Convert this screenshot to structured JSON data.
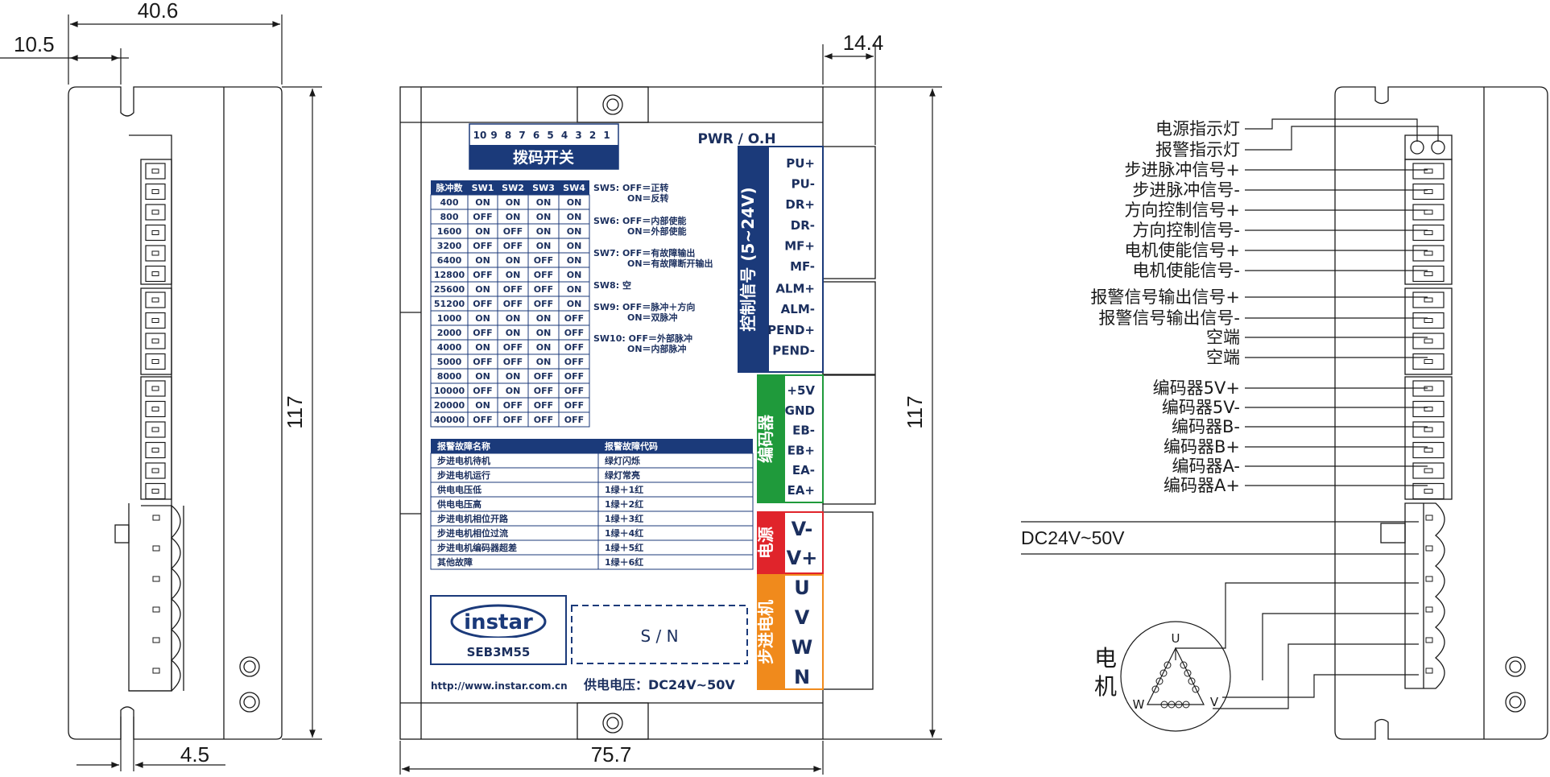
{
  "dimensions": {
    "width_40_6": "40.6",
    "offset_10_5": "10.5",
    "height_117_left": "117",
    "slot_4_5": "4.5",
    "depth_14_4": "14.4",
    "width_75_7": "75.7",
    "height_117_front": "117"
  },
  "front": {
    "dip_numbers": [
      "10",
      "9",
      "8",
      "7",
      "6",
      "5",
      "4",
      "3",
      "2",
      "1"
    ],
    "dip_title": "拨码开关",
    "pwr_label": "PWR / O.H",
    "pulse_table": {
      "headers": [
        "脉冲数",
        "SW1",
        "SW2",
        "SW3",
        "SW4"
      ],
      "rows": [
        [
          "400",
          "ON",
          "ON",
          "ON",
          "ON"
        ],
        [
          "800",
          "OFF",
          "ON",
          "ON",
          "ON"
        ],
        [
          "1600",
          "ON",
          "OFF",
          "ON",
          "ON"
        ],
        [
          "3200",
          "OFF",
          "OFF",
          "ON",
          "ON"
        ],
        [
          "6400",
          "ON",
          "ON",
          "OFF",
          "ON"
        ],
        [
          "12800",
          "OFF",
          "ON",
          "OFF",
          "ON"
        ],
        [
          "25600",
          "ON",
          "OFF",
          "OFF",
          "ON"
        ],
        [
          "51200",
          "OFF",
          "OFF",
          "OFF",
          "ON"
        ],
        [
          "1000",
          "ON",
          "ON",
          "ON",
          "OFF"
        ],
        [
          "2000",
          "OFF",
          "ON",
          "ON",
          "OFF"
        ],
        [
          "4000",
          "ON",
          "OFF",
          "ON",
          "OFF"
        ],
        [
          "5000",
          "OFF",
          "OFF",
          "ON",
          "OFF"
        ],
        [
          "8000",
          "ON",
          "ON",
          "OFF",
          "OFF"
        ],
        [
          "10000",
          "OFF",
          "ON",
          "OFF",
          "OFF"
        ],
        [
          "20000",
          "ON",
          "OFF",
          "OFF",
          "OFF"
        ],
        [
          "40000",
          "OFF",
          "OFF",
          "OFF",
          "OFF"
        ]
      ]
    },
    "sw_notes": [
      {
        "l1": "SW5:  OFF＝正转",
        "l2": "ON＝反转"
      },
      {
        "l1": "SW6:  OFF＝内部使能",
        "l2": "ON＝外部使能"
      },
      {
        "l1": "SW7:  OFF＝有故障输出",
        "l2": "ON＝有故障断开输出"
      },
      {
        "l1": "SW8:  空",
        "l2": ""
      },
      {
        "l1": "SW9:  OFF＝脉冲＋方向",
        "l2": "ON＝双脉冲"
      },
      {
        "l1": "SW10:  OFF＝外部脉冲",
        "l2": "ON＝内部脉冲"
      }
    ],
    "alarm_table": {
      "headers": [
        "报警故障名称",
        "报警故障代码"
      ],
      "rows": [
        [
          "步进电机待机",
          "绿灯闪烁"
        ],
        [
          "步进电机运行",
          "绿灯常亮"
        ],
        [
          "供电电压低",
          "1绿＋1红"
        ],
        [
          "供电电压高",
          "1绿＋2红"
        ],
        [
          "步进电机相位开路",
          "1绿＋3红"
        ],
        [
          "步进电机相位过流",
          "1绿＋4红"
        ],
        [
          "步进电机编码器超差",
          "1绿＋5红"
        ],
        [
          "其他故障",
          "1绿＋6红"
        ]
      ]
    },
    "logo": "instar",
    "model": "SEB3M55",
    "sn": "S / N",
    "url": "http://www.instar.com.cn",
    "supply": "供电电压：DC24V~50V",
    "control_title": "控制信号 (5~24V)",
    "control_pins": [
      "PU+",
      "PU-",
      "DR+",
      "DR-",
      "MF+",
      "MF-",
      "ALM+",
      "ALM-",
      "PEND+",
      "PEND-"
    ],
    "encoder_title": "编码器",
    "encoder_pins": [
      "+5V",
      "GND",
      "EB-",
      "EB+",
      "EA-",
      "EA+"
    ],
    "power_title": "电源",
    "power_pins": [
      "V-",
      "V+"
    ],
    "motor_title": "步进电机",
    "motor_pins": [
      "U",
      "V",
      "W",
      "N"
    ]
  },
  "right": {
    "labels": [
      "电源指示灯",
      "报警指示灯",
      "步进脉冲信号+",
      "步进脉冲信号-",
      "方向控制信号+",
      "方向控制信号-",
      "电机使能信号+",
      "电机使能信号-",
      "报警信号输出信号+",
      "报警信号输出信号-",
      "空端",
      "空端",
      "编码器5V+",
      "编码器5V-",
      "编码器B-",
      "编码器B+",
      "编码器A-",
      "编码器A+"
    ],
    "dc": "DC24V~50V",
    "motor": "电机",
    "phase_u": "U",
    "phase_v": "V",
    "phase_w": "W"
  },
  "colors": {
    "navy": "#1b3a7a",
    "green": "#1f9a3b",
    "red": "#e0242b",
    "orange": "#f08a1c"
  }
}
